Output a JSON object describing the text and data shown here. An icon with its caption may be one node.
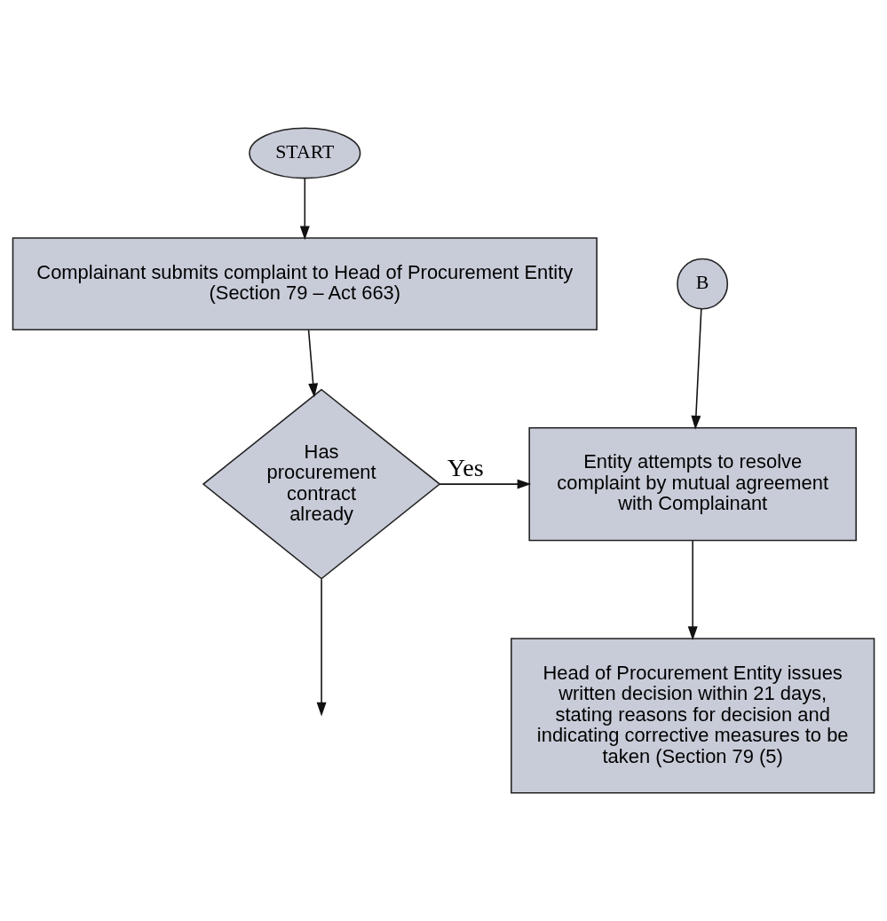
{
  "diagram": {
    "nodes": [
      {
        "text": [
          "START"
        ]
      },
      {
        "text": [
          "Complainant submits complaint to Head of Procurement Entity (Section 79 – Act 663)"
        ]
      },
      {
        "text": [
          "Has procurement contract already"
        ]
      },
      {
        "text": [
          "B"
        ]
      },
      {
        "text": [
          "Entity attempts to resolve complaint by mutual agreement with Complainant"
        ]
      },
      {
        "text": [
          "Head of Procurement Entity issues written decision within 21 days, stating reasons for decision and indicating corrective measures to be taken (Section 79 (5)"
        ]
      }
    ],
    "edges": [
      {
        "from": 0,
        "to": 1,
        "arrow": "to"
      },
      {
        "from": 1,
        "to": 2,
        "arrow": "to"
      },
      {
        "from": 2,
        "to": 4,
        "label": "Yes",
        "arrow": "to"
      },
      {
        "from": 3,
        "to": 4,
        "arrow": "to"
      },
      {
        "from": 4,
        "to": 5,
        "arrow": "to"
      },
      {
        "from": 2,
        "to": null,
        "arrow": "to"
      }
    ]
  }
}
